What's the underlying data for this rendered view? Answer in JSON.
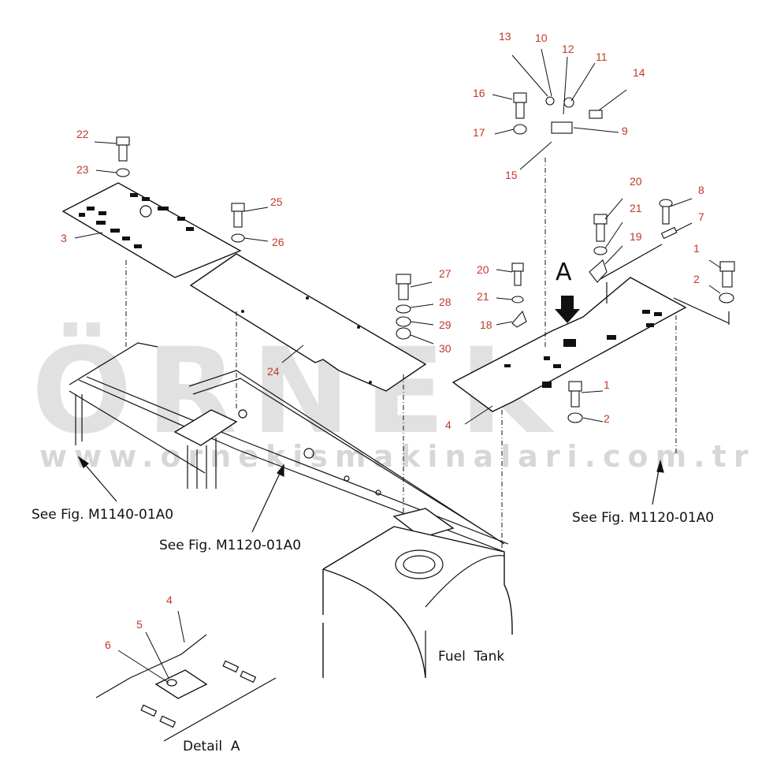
{
  "watermark": {
    "brand": "ÖRNEK",
    "url": "www.ornekismakinalari.com.tr",
    "accent_color": "#f5d76e"
  },
  "labels": {
    "fuel_tank": "Fuel  Tank",
    "detail_a": "Detail  A",
    "view_marker": "A",
    "ref_m1140_left": "See Fig. M1140-01A0",
    "ref_m1120_center": "See Fig. M1120-01A0",
    "ref_m1120_right": "See Fig. M1120-01A0"
  },
  "part_numbers": {
    "p13": "13",
    "p10": "10",
    "p12": "12",
    "p11": "11",
    "p14": "14",
    "p16": "16",
    "p17": "17",
    "p9": "9",
    "p15": "15",
    "p22": "22",
    "p23": "23",
    "p3": "3",
    "p25": "25",
    "p26": "26",
    "p20a": "20",
    "p21a": "21",
    "p19": "19",
    "p8": "8",
    "p7": "7",
    "p1a": "1",
    "p2a": "2",
    "p27": "27",
    "p28": "28",
    "p29": "29",
    "p30": "30",
    "p20b": "20",
    "p21b": "21",
    "p18": "18",
    "p24": "24",
    "p1b": "1",
    "p2b": "2",
    "p4": "4",
    "p4d": "4",
    "p5": "5",
    "p6": "6"
  },
  "colors": {
    "part_number": "#c0392b",
    "line_art": "#111111",
    "watermark": "#c9c9c9"
  }
}
